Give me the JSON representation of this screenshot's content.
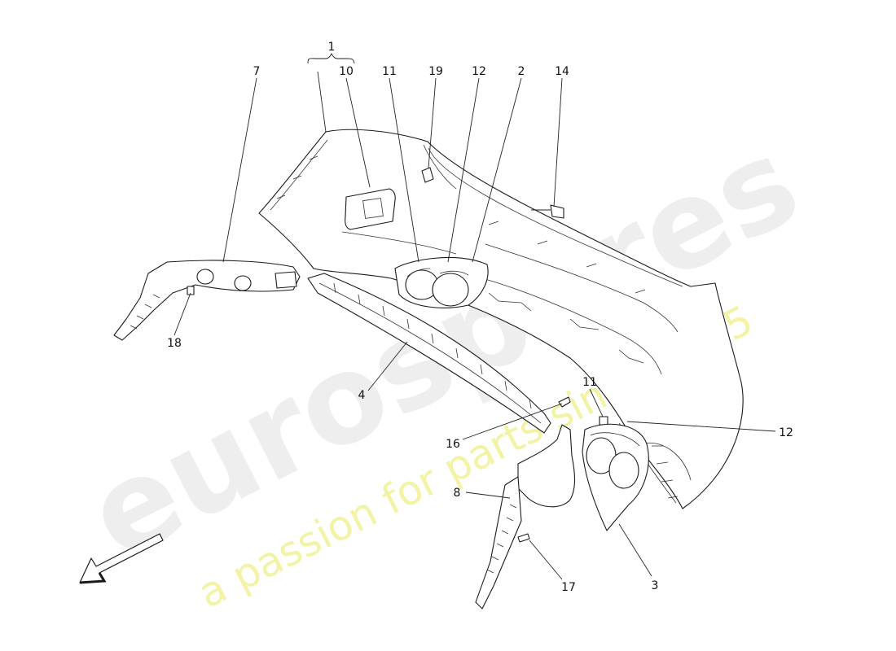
{
  "watermark": {
    "brand": "eurospares",
    "tagline": "a passion for parts since 1985"
  },
  "callouts": {
    "c1": "1",
    "c10": "10",
    "c11_top": "11",
    "c19": "19",
    "c12_top": "12",
    "c2": "2",
    "c14": "14",
    "c7": "7",
    "c18": "18",
    "c4": "4",
    "c16": "16",
    "c11_right": "11",
    "c12_right": "12",
    "c8": "8",
    "c17": "17",
    "c3": "3"
  },
  "icons": {
    "direction": "direction-arrow-icon"
  },
  "colors": {
    "line": "#1a1a1a",
    "watermark_text": "#eeeeee",
    "watermark_tagline": "#f3f3a6",
    "background": "#ffffff"
  }
}
